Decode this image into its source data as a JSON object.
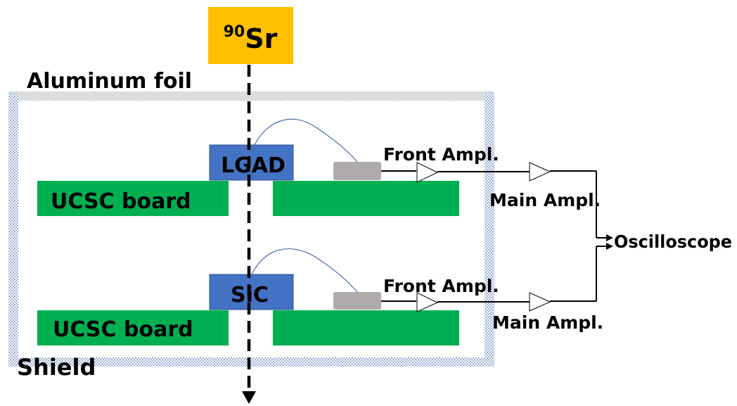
{
  "source": {
    "mass_number": "90",
    "element": "Sr",
    "color": "#FFC000"
  },
  "aluminum_foil": {
    "label": "Aluminum foil",
    "color": "#DDDDDD"
  },
  "shield": {
    "label": "Shield",
    "pattern_color": "#9DB3D6"
  },
  "top_stage": {
    "sensor_label": "LGAD",
    "board_label": "UCSC board",
    "front_amp_label": "Front Ampl.",
    "main_amp_label": "Main Ampl."
  },
  "bottom_stage": {
    "sensor_label": "SiC",
    "board_label": "UCSC board",
    "front_amp_label": "Front Ampl.",
    "main_amp_label": "Main Ampl."
  },
  "oscilloscope": {
    "label": "Oscilloscope"
  },
  "colors": {
    "sensor": "#4472C4",
    "sensor_border": "#2F528F",
    "board": "#00B050",
    "connector": "#AFABAB",
    "wire": "#4A6FA5"
  }
}
